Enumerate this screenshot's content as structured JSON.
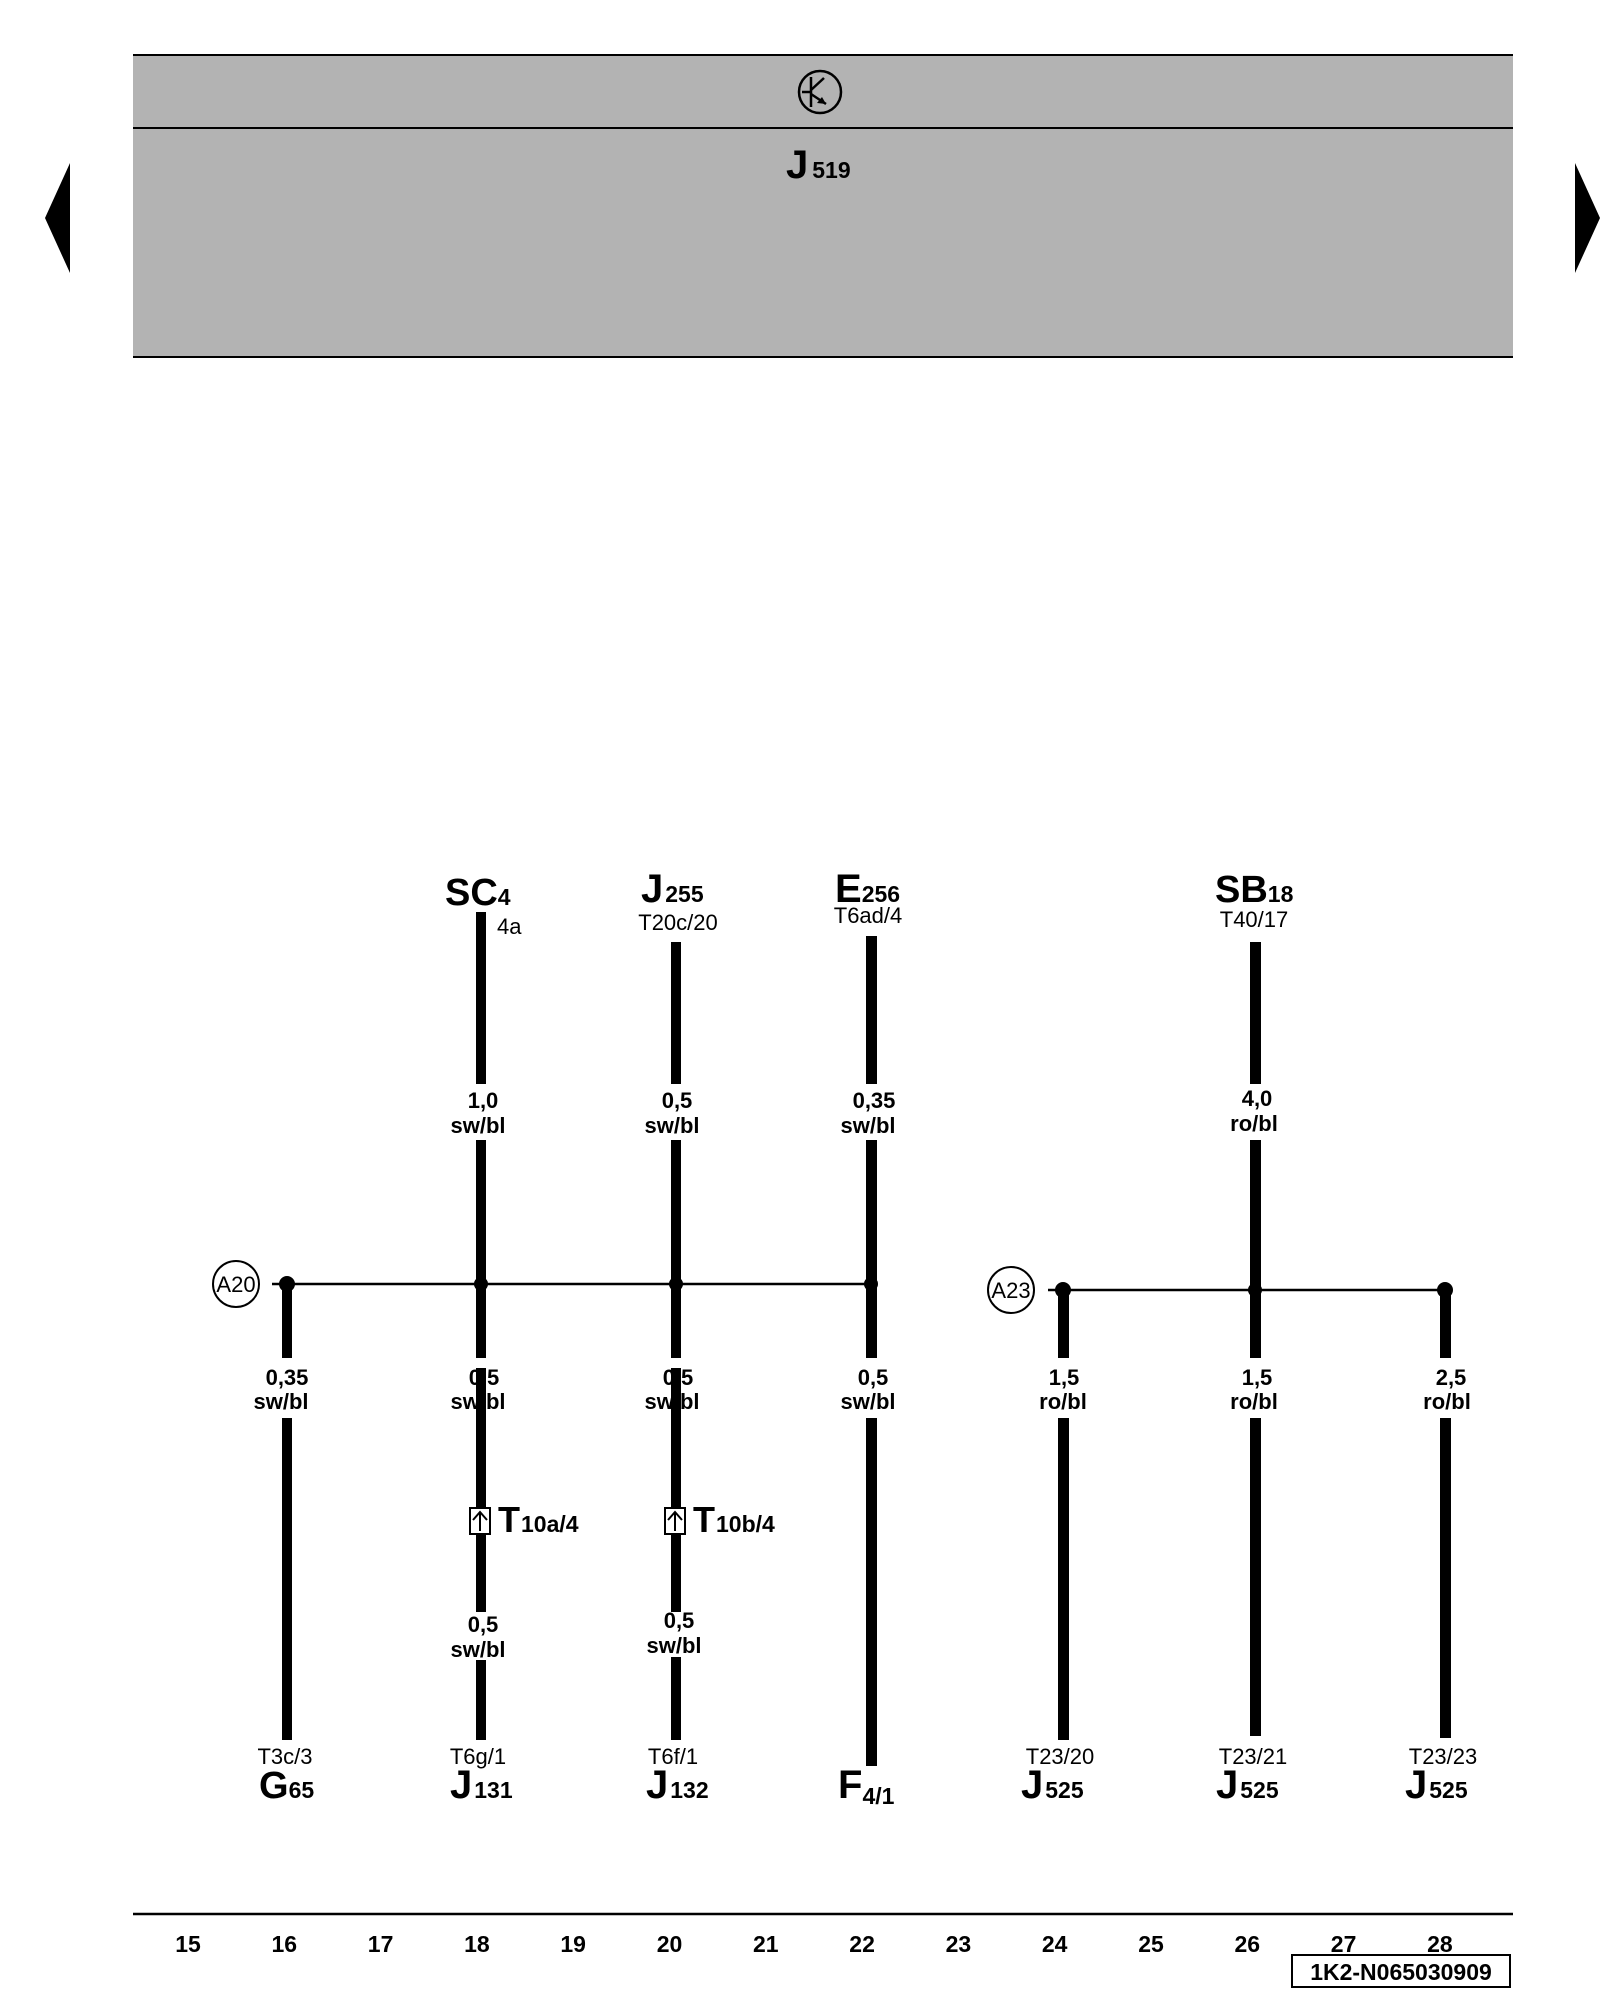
{
  "header": {
    "control_unit": {
      "letter": "J",
      "number": "519"
    },
    "symbol": "control-unit-transistor-symbol"
  },
  "navigation": {
    "prev": "triangle-left-icon",
    "next": "triangle-right-icon"
  },
  "top_components": {
    "sc4": {
      "letter": "SC",
      "number": "4",
      "pin": "4a"
    },
    "j255": {
      "letter": "J",
      "number": "255",
      "pin": "T20c/20"
    },
    "e256": {
      "letter": "E",
      "number": "256",
      "pin": "T6ad/4"
    },
    "sb18": {
      "letter": "SB",
      "number": "18",
      "pin": "T40/17"
    }
  },
  "upper_wires": {
    "w18": {
      "size": "1,0",
      "color": "sw/bl"
    },
    "w20": {
      "size": "0,5",
      "color": "sw/bl"
    },
    "w22": {
      "size": "0,35",
      "color": "sw/bl"
    },
    "w26": {
      "size": "4,0",
      "color": "ro/bl"
    }
  },
  "junctions": {
    "a20": "A20",
    "a23": "A23"
  },
  "lower_wires": {
    "w16": {
      "size": "0,35",
      "color": "sw/bl"
    },
    "w18": {
      "size": "0,5",
      "color": "sw/bl"
    },
    "w20": {
      "size": "0,5",
      "color": "sw/bl"
    },
    "w22": {
      "size": "0,5",
      "color": "sw/bl"
    },
    "w24": {
      "size": "1,5",
      "color": "ro/bl"
    },
    "w26": {
      "size": "1,5",
      "color": "ro/bl"
    },
    "w28": {
      "size": "2,5",
      "color": "ro/bl"
    }
  },
  "connectors": {
    "t10a": {
      "letter": "T",
      "sub": "10a/4"
    },
    "t10b": {
      "letter": "T",
      "sub": "10b/4"
    }
  },
  "after_connector_wires": {
    "w18": {
      "size": "0,5",
      "color": "sw/bl"
    },
    "w20": {
      "size": "0,5",
      "color": "sw/bl"
    }
  },
  "bottom_components": {
    "g65": {
      "pin": "T3c/3",
      "letter": "G",
      "number": "65"
    },
    "j131": {
      "pin": "T6g/1",
      "letter": "J",
      "number": "131"
    },
    "j132": {
      "pin": "T6f/1",
      "letter": "J",
      "number": "132"
    },
    "f4": {
      "pin": "",
      "letter": "F",
      "number": "4/1"
    },
    "j525a": {
      "pin": "T23/20",
      "letter": "J",
      "number": "525"
    },
    "j525b": {
      "pin": "T23/21",
      "letter": "J",
      "number": "525"
    },
    "j525c": {
      "pin": "T23/23",
      "letter": "J",
      "number": "525"
    }
  },
  "track_numbers": [
    "15",
    "16",
    "17",
    "18",
    "19",
    "20",
    "21",
    "22",
    "23",
    "24",
    "25",
    "26",
    "27",
    "28"
  ],
  "diagram_id": "1K2-N065030909"
}
